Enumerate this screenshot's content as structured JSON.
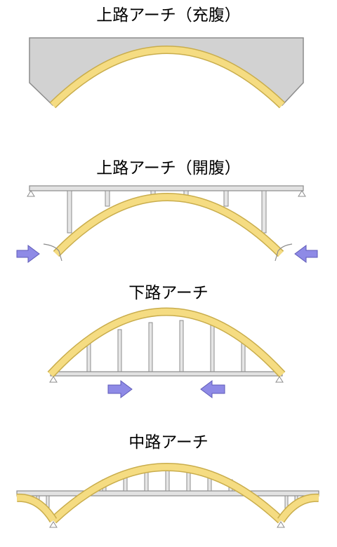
{
  "titles": {
    "deck_arch_solid": "上路アーチ（充腹）",
    "deck_arch_open": "上路アーチ（開腹）",
    "through_arch": "下路アーチ",
    "half_through_arch": "中路アーチ"
  },
  "colors": {
    "arch": "#f5dc82",
    "arch_edge": "#c9ad4c",
    "structure": "#d2d2d2",
    "structure_edge": "#8c8c8c",
    "arrow": "#8e8ae6",
    "arrow_edge": "#5f5bb8"
  },
  "icons": {
    "support": "triangle-support-icon",
    "thrust": "thrust-arrow-icon"
  }
}
